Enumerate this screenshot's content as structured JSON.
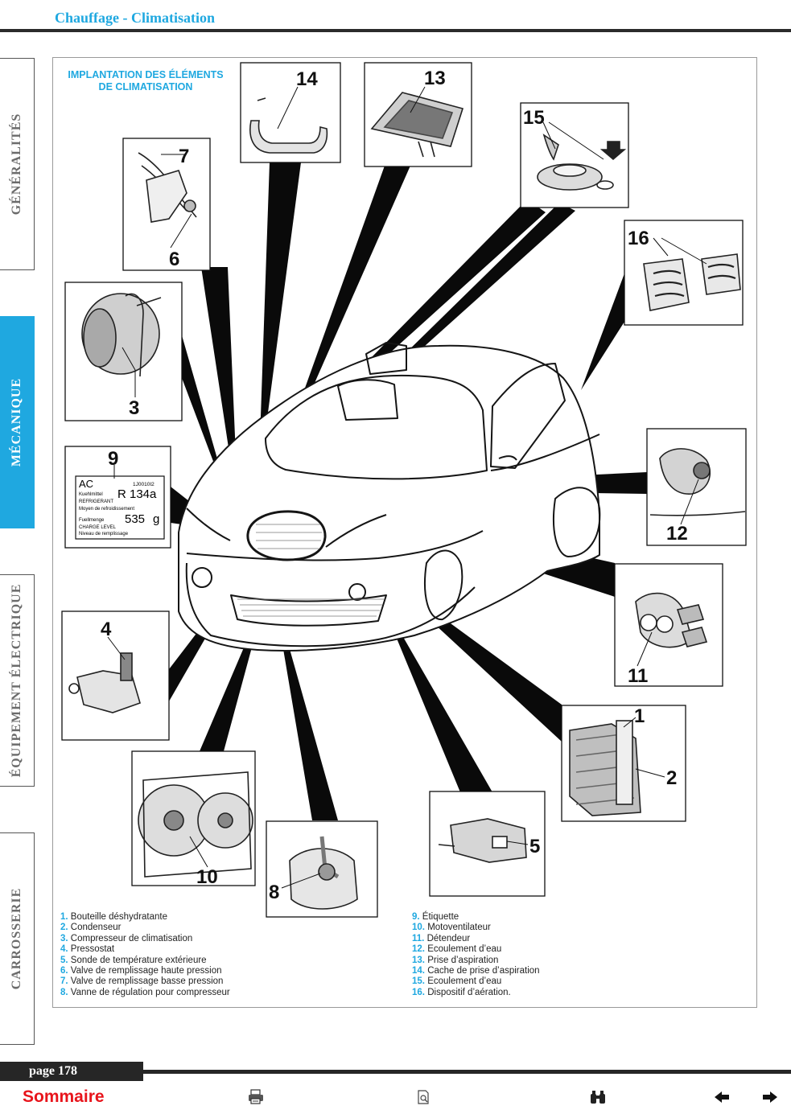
{
  "header": {
    "title": "Chauffage - Climatisation"
  },
  "sidebar": {
    "tabs": [
      {
        "label": "GÉNÉRALITÉS"
      },
      {
        "label": "MÉCANIQUE"
      },
      {
        "label": "ÉQUIPEMENT ÉLECTRIQUE"
      },
      {
        "label": "CARROSSERIE"
      }
    ]
  },
  "diagram": {
    "title_line1": "IMPLANTATION DES ÉLÉMENTS",
    "title_line2": "DE CLIMATISATION",
    "callouts": [
      "1",
      "2",
      "3",
      "4",
      "5",
      "6",
      "7",
      "8",
      "9",
      "10",
      "11",
      "12",
      "13",
      "14",
      "15",
      "16"
    ],
    "label_card": {
      "ac": "AC",
      "code": "1J0010I2",
      "kaeltemittel": "Kuehlmittel",
      "refrigerant": "REFRIGERANT",
      "refrigerant_value": "R 134a",
      "moyen": "Moyen de refroidissement",
      "fuellmenge": "Fuellmenge",
      "quantity": "535",
      "unit": "g",
      "charge_level": "CHARGE LEVEL",
      "niveau": "Niveau de remplissage"
    }
  },
  "legend": {
    "left": [
      {
        "num": "1.",
        "text": "Bouteille déshydratante"
      },
      {
        "num": "2.",
        "text": "Condenseur"
      },
      {
        "num": "3.",
        "text": "Compresseur de climatisation"
      },
      {
        "num": "4.",
        "text": "Pressostat"
      },
      {
        "num": "5.",
        "text": "Sonde de température extérieure"
      },
      {
        "num": "6.",
        "text": "Valve de remplissage haute pression"
      },
      {
        "num": "7.",
        "text": "Valve de remplissage basse pression"
      },
      {
        "num": "8.",
        "text": "Vanne de régulation pour compresseur"
      }
    ],
    "right": [
      {
        "num": "9.",
        "text": "Étiquette"
      },
      {
        "num": "10.",
        "text": "Motoventilateur"
      },
      {
        "num": "11.",
        "text": "Détendeur"
      },
      {
        "num": "12.",
        "text": "Ecoulement d’eau"
      },
      {
        "num": "13.",
        "text": "Prise d’aspiration"
      },
      {
        "num": "14.",
        "text": "Cache de prise d’aspiration"
      },
      {
        "num": "15.",
        "text": "Ecoulement d’eau"
      },
      {
        "num": "16.",
        "text": "Dispositif d’aération."
      }
    ]
  },
  "footer": {
    "page_label": "page 178",
    "sommaire_label": "Sommaire",
    "icons": [
      "printer-icon",
      "page-zoom-icon",
      "binoculars-icon",
      "arrow-left-icon",
      "arrow-right-icon"
    ]
  },
  "colors": {
    "accent": "#1fa8e0",
    "link": "#e8141b",
    "dark": "#262626"
  }
}
